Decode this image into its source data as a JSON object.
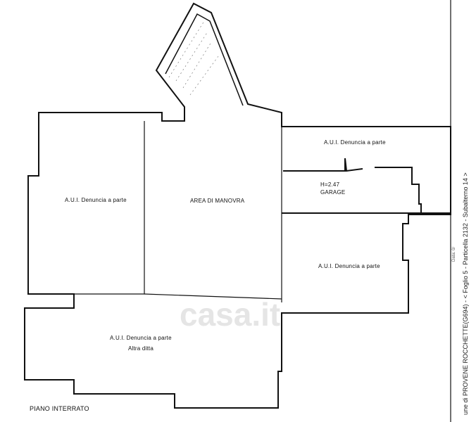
{
  "rooms": {
    "aui_left": "A.U.I. Denuncia a parte",
    "area_manovra": "AREA DI MANOVRA",
    "aui_top_right": "A.U.I. Denuncia a parte",
    "garage_height": "H=2.47",
    "garage": "GARAGE",
    "aui_right": "A.U.I. Denuncia a parte",
    "aui_bottom": "A.U.I. Denuncia a parte",
    "aui_bottom_sub": "Altra ditta"
  },
  "floor_label": "PIANO INTERRATO",
  "side_caption": "une di PROVENE ROCCHETTE(G694) - < Foglio 5 - Particella 2132 - Subalterno 14 >",
  "side_caption_small": "Data: 0/",
  "watermark": "casa.it"
}
